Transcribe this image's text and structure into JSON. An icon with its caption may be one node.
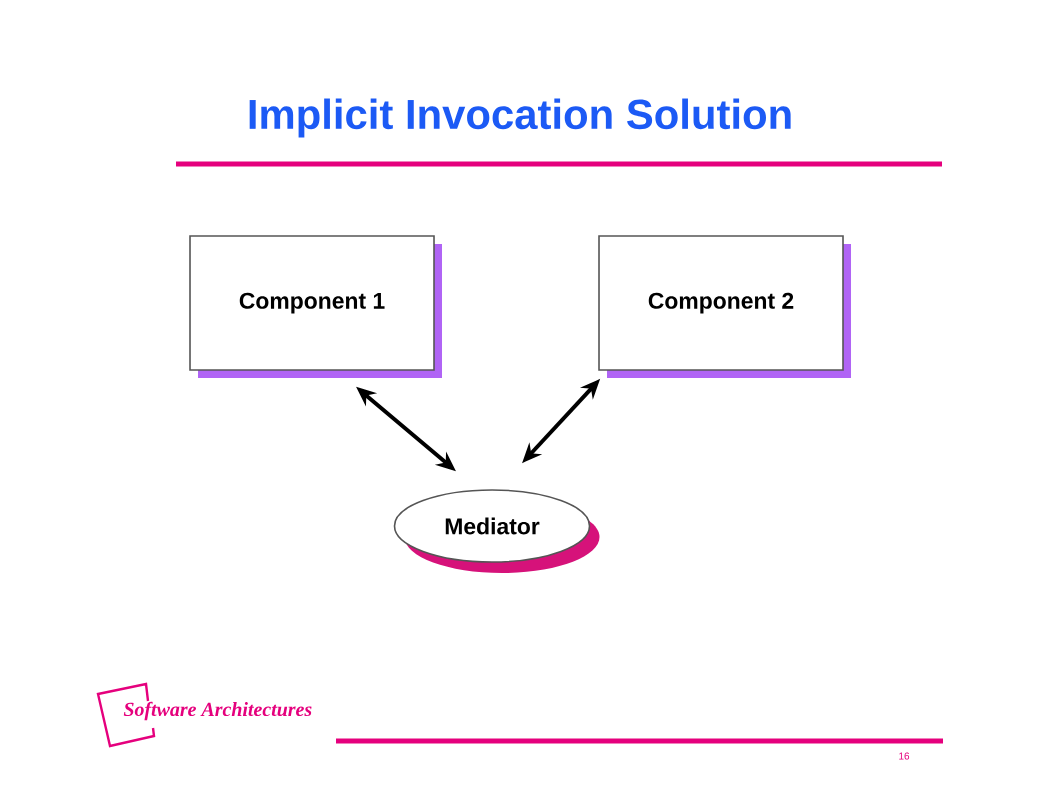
{
  "diagram": {
    "title": "Implicit Invocation Solution",
    "nodes": [
      {
        "text": [
          "Component 1"
        ]
      },
      {
        "text": [
          "Component 2"
        ]
      },
      {
        "text": [
          "Mediator"
        ]
      }
    ],
    "edges": [
      {
        "from": 0,
        "to": 2,
        "arrow": "both"
      },
      {
        "from": 1,
        "to": 2,
        "arrow": "both"
      }
    ],
    "labels": [
      "Software Architectures",
      "16"
    ]
  }
}
